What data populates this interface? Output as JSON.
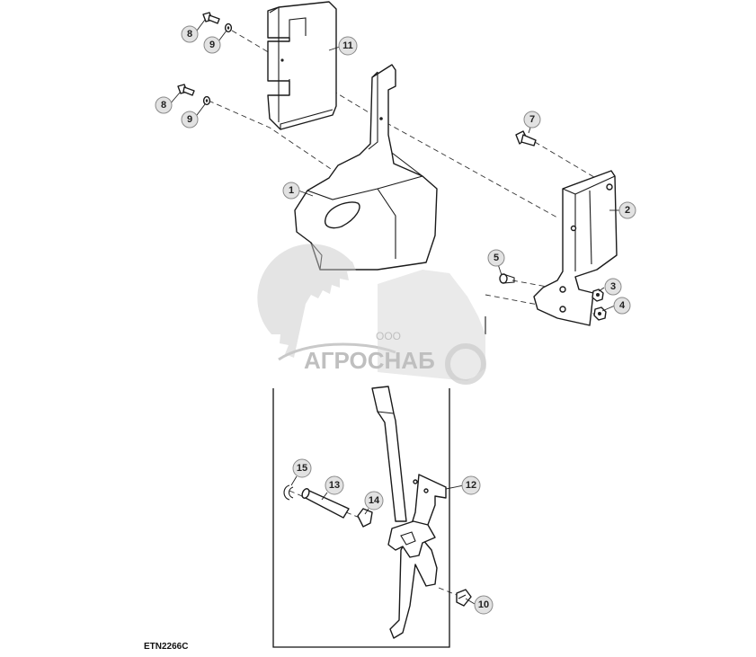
{
  "diagram": {
    "code": "ETN2266C",
    "watermark": {
      "company_prefix": "ООО",
      "company_name": "АГРОСНАБ"
    },
    "callouts": [
      {
        "id": "c1",
        "label": "1"
      },
      {
        "id": "c2",
        "label": "2"
      },
      {
        "id": "c3",
        "label": "3"
      },
      {
        "id": "c4",
        "label": "4"
      },
      {
        "id": "c5",
        "label": "5"
      },
      {
        "id": "c7",
        "label": "7"
      },
      {
        "id": "c8a",
        "label": "8"
      },
      {
        "id": "c9a",
        "label": "9"
      },
      {
        "id": "c8b",
        "label": "8"
      },
      {
        "id": "c9b",
        "label": "9"
      },
      {
        "id": "c10",
        "label": "10"
      },
      {
        "id": "c11",
        "label": "11"
      },
      {
        "id": "c12",
        "label": "12"
      },
      {
        "id": "c13",
        "label": "13"
      },
      {
        "id": "c14",
        "label": "14"
      },
      {
        "id": "c15",
        "label": "15"
      }
    ]
  }
}
